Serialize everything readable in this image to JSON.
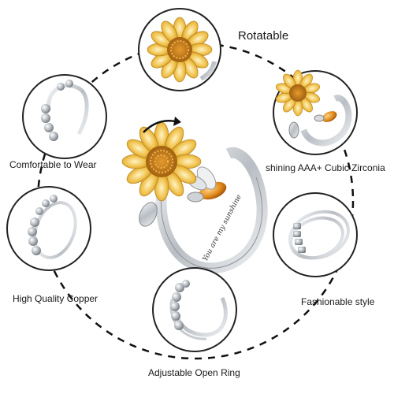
{
  "labels": {
    "top": "Rotatable",
    "upper_left": "Comfortable to Wear",
    "upper_right": "shining AAA+ Cubic Zirconia",
    "lower_left": "High Quality Copper",
    "lower_right": "Fashionable style",
    "bottom": "Adjustable Open Ring"
  },
  "engraving": "You are my sunshine",
  "colors": {
    "circle_border": "#222222",
    "dashed_ring": "#111111",
    "silver": "#c9cdd2",
    "gold": "#e9b93a",
    "amber": "#d9871a",
    "text": "#1a1a1a"
  },
  "icons": {
    "rotate_arrow": "curved-arrow-icon"
  }
}
